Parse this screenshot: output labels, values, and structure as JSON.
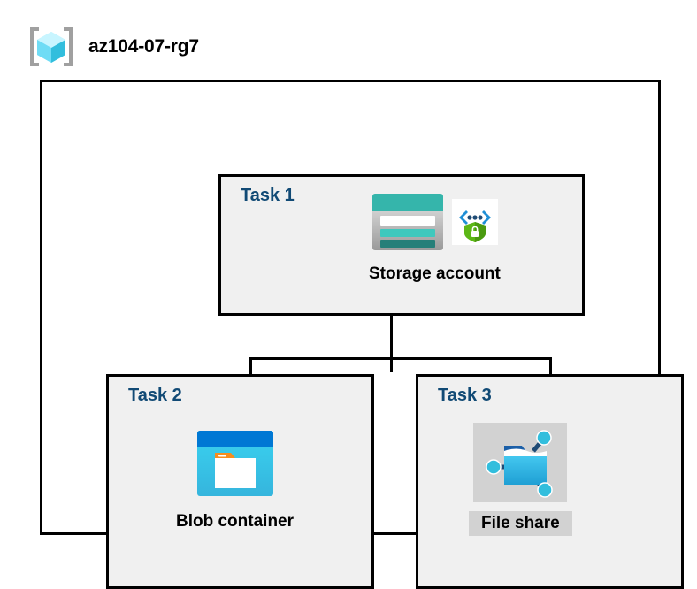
{
  "header": {
    "icon": "resource-group-icon",
    "title": "az104-07-rg7"
  },
  "diagram": {
    "type": "azure-architecture-diagram",
    "container_label": "resource-group-container",
    "colors": {
      "task_label": "#114A75",
      "box_fill": "#f0f0f0",
      "box_border": "#000000",
      "canvas": "#ffffff",
      "highlight": "#d2d2d2",
      "storage_teal": "#35b5ab",
      "storage_teal_dark": "#267f79",
      "blob_blue": "#0078d4",
      "blob_cyan": "#32bedd",
      "folder_orange": "#f78d1e",
      "shield_green": "#5cb716",
      "cube_cyan": "#50e6ff",
      "bracket_gray": "#a0a0a0"
    },
    "tasks": [
      {
        "id": "task-1",
        "label": "Task 1",
        "node": {
          "caption": "Storage account",
          "highlighted": false,
          "icons": [
            "storage-account-icon",
            "security-shield-icon"
          ]
        }
      },
      {
        "id": "task-2",
        "label": "Task 2",
        "node": {
          "caption": "Blob container",
          "highlighted": false,
          "icons": [
            "blob-container-icon"
          ]
        }
      },
      {
        "id": "task-3",
        "label": "Task 3",
        "node": {
          "caption": "File share",
          "highlighted": true,
          "icons": [
            "file-share-icon"
          ]
        }
      }
    ],
    "connectors": [
      {
        "name": "storage-to-branch-trunk",
        "from": "task-1",
        "to": "branch-point"
      },
      {
        "name": "branch-to-blob-container",
        "from": "branch-point",
        "to": "task-2"
      },
      {
        "name": "branch-to-file-share",
        "from": "branch-point",
        "to": "task-3"
      }
    ]
  }
}
